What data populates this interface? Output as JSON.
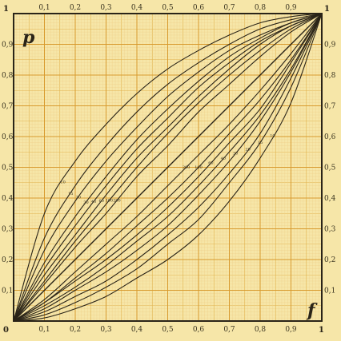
{
  "chart_data": {
    "type": "line",
    "title": "",
    "xlabel": "f",
    "ylabel": "p",
    "xlim": [
      0,
      1
    ],
    "ylim": [
      0,
      1
    ],
    "grid": true,
    "x_ticks": [
      "0,1",
      "0,2",
      "0,3",
      "0,4",
      "0,5",
      "0,6",
      "0,7",
      "0,8",
      "0,9"
    ],
    "y_ticks": [
      "0,9",
      "0,8",
      "0,7",
      "0,6",
      "0,5",
      "0,4",
      "0,3",
      "0,2",
      "0,1"
    ],
    "corner_labels": {
      "origin": "0",
      "x_end": "1",
      "y_end": "1",
      "top_right": "1"
    },
    "series": [
      {
        "label": "10",
        "above": [
          [
            0,
            0
          ],
          [
            0.1,
            0.35
          ],
          [
            0.2,
            0.52
          ],
          [
            0.3,
            0.64
          ],
          [
            0.4,
            0.74
          ],
          [
            0.5,
            0.82
          ],
          [
            0.6,
            0.88
          ],
          [
            0.7,
            0.93
          ],
          [
            0.8,
            0.97
          ],
          [
            0.9,
            0.99
          ],
          [
            1,
            1
          ]
        ],
        "below": [
          [
            0,
            0
          ],
          [
            0.1,
            0.01
          ],
          [
            0.2,
            0.04
          ],
          [
            0.3,
            0.08
          ],
          [
            0.4,
            0.14
          ],
          [
            0.5,
            0.2
          ],
          [
            0.6,
            0.28
          ],
          [
            0.7,
            0.39
          ],
          [
            0.8,
            0.53
          ],
          [
            0.9,
            0.71
          ],
          [
            1,
            1
          ]
        ]
      },
      {
        "label": "15",
        "above": [
          [
            0,
            0
          ],
          [
            0.1,
            0.27
          ],
          [
            0.2,
            0.44
          ],
          [
            0.3,
            0.57
          ],
          [
            0.4,
            0.68
          ],
          [
            0.5,
            0.77
          ],
          [
            0.6,
            0.84
          ],
          [
            0.7,
            0.9
          ],
          [
            0.8,
            0.95
          ],
          [
            0.9,
            0.98
          ],
          [
            1,
            1
          ]
        ],
        "below": [
          [
            0,
            0
          ],
          [
            0.1,
            0.02
          ],
          [
            0.2,
            0.06
          ],
          [
            0.3,
            0.11
          ],
          [
            0.4,
            0.17
          ],
          [
            0.5,
            0.25
          ],
          [
            0.6,
            0.33
          ],
          [
            0.7,
            0.45
          ],
          [
            0.8,
            0.58
          ],
          [
            0.9,
            0.76
          ],
          [
            1,
            1
          ]
        ]
      },
      {
        "label": "20",
        "above": [
          [
            0,
            0
          ],
          [
            0.1,
            0.23
          ],
          [
            0.2,
            0.39
          ],
          [
            0.3,
            0.52
          ],
          [
            0.4,
            0.63
          ],
          [
            0.5,
            0.73
          ],
          [
            0.6,
            0.81
          ],
          [
            0.7,
            0.88
          ],
          [
            0.8,
            0.93
          ],
          [
            0.9,
            0.97
          ],
          [
            1,
            1
          ]
        ],
        "below": [
          [
            0,
            0
          ],
          [
            0.1,
            0.03
          ],
          [
            0.2,
            0.08
          ],
          [
            0.3,
            0.13
          ],
          [
            0.4,
            0.2
          ],
          [
            0.5,
            0.28
          ],
          [
            0.6,
            0.37
          ],
          [
            0.7,
            0.48
          ],
          [
            0.8,
            0.61
          ],
          [
            0.9,
            0.79
          ],
          [
            1,
            1
          ]
        ]
      },
      {
        "label": "30",
        "above": [
          [
            0,
            0
          ],
          [
            0.1,
            0.19
          ],
          [
            0.2,
            0.34
          ],
          [
            0.3,
            0.47
          ],
          [
            0.4,
            0.59
          ],
          [
            0.5,
            0.69
          ],
          [
            0.6,
            0.78
          ],
          [
            0.7,
            0.86
          ],
          [
            0.8,
            0.92
          ],
          [
            0.9,
            0.97
          ],
          [
            1,
            1
          ]
        ],
        "below": [
          [
            0,
            0
          ],
          [
            0.1,
            0.04
          ],
          [
            0.2,
            0.1
          ],
          [
            0.3,
            0.16
          ],
          [
            0.4,
            0.23
          ],
          [
            0.5,
            0.31
          ],
          [
            0.6,
            0.41
          ],
          [
            0.7,
            0.52
          ],
          [
            0.8,
            0.65
          ],
          [
            0.9,
            0.81
          ],
          [
            1,
            1
          ]
        ]
      },
      {
        "label": "40",
        "above": [
          [
            0,
            0
          ],
          [
            0.1,
            0.17
          ],
          [
            0.2,
            0.31
          ],
          [
            0.3,
            0.44
          ],
          [
            0.4,
            0.56
          ],
          [
            0.5,
            0.66
          ],
          [
            0.6,
            0.76
          ],
          [
            0.7,
            0.84
          ],
          [
            0.8,
            0.91
          ],
          [
            0.9,
            0.96
          ],
          [
            1,
            1
          ]
        ],
        "below": [
          [
            0,
            0
          ],
          [
            0.1,
            0.05
          ],
          [
            0.2,
            0.11
          ],
          [
            0.3,
            0.18
          ],
          [
            0.4,
            0.26
          ],
          [
            0.5,
            0.34
          ],
          [
            0.6,
            0.44
          ],
          [
            0.7,
            0.55
          ],
          [
            0.8,
            0.67
          ],
          [
            0.9,
            0.82
          ],
          [
            1,
            1
          ]
        ]
      },
      {
        "label": "60",
        "above": [
          [
            0,
            0
          ],
          [
            0.1,
            0.15
          ],
          [
            0.2,
            0.28
          ],
          [
            0.3,
            0.41
          ],
          [
            0.4,
            0.53
          ],
          [
            0.5,
            0.63
          ],
          [
            0.6,
            0.73
          ],
          [
            0.7,
            0.82
          ],
          [
            0.8,
            0.9
          ],
          [
            0.9,
            0.96
          ],
          [
            1,
            1
          ]
        ],
        "below": [
          [
            0,
            0
          ],
          [
            0.1,
            0.06
          ],
          [
            0.2,
            0.13
          ],
          [
            0.3,
            0.2
          ],
          [
            0.4,
            0.28
          ],
          [
            0.5,
            0.37
          ],
          [
            0.6,
            0.47
          ],
          [
            0.7,
            0.58
          ],
          [
            0.8,
            0.69
          ],
          [
            0.9,
            0.84
          ],
          [
            1,
            1
          ]
        ]
      },
      {
        "label": "100",
        "above": [
          [
            0,
            0
          ],
          [
            0.1,
            0.13
          ],
          [
            0.2,
            0.26
          ],
          [
            0.3,
            0.38
          ],
          [
            0.4,
            0.5
          ],
          [
            0.5,
            0.61
          ],
          [
            0.6,
            0.71
          ],
          [
            0.7,
            0.8
          ],
          [
            0.8,
            0.88
          ],
          [
            0.9,
            0.95
          ],
          [
            1,
            1
          ]
        ],
        "below": [
          [
            0,
            0
          ],
          [
            0.1,
            0.06
          ],
          [
            0.2,
            0.14
          ],
          [
            0.3,
            0.22
          ],
          [
            0.4,
            0.31
          ],
          [
            0.5,
            0.4
          ],
          [
            0.6,
            0.5
          ],
          [
            0.7,
            0.61
          ],
          [
            0.8,
            0.72
          ],
          [
            0.9,
            0.85
          ],
          [
            1,
            1
          ]
        ]
      },
      {
        "label": "200",
        "above": [
          [
            0,
            0
          ],
          [
            0.1,
            0.12
          ],
          [
            0.2,
            0.24
          ],
          [
            0.3,
            0.35
          ],
          [
            0.4,
            0.47
          ],
          [
            0.5,
            0.57
          ],
          [
            0.6,
            0.68
          ],
          [
            0.7,
            0.77
          ],
          [
            0.8,
            0.86
          ],
          [
            0.9,
            0.94
          ],
          [
            1,
            1
          ]
        ],
        "below": [
          [
            0,
            0
          ],
          [
            0.1,
            0.07
          ],
          [
            0.2,
            0.16
          ],
          [
            0.3,
            0.25
          ],
          [
            0.4,
            0.34
          ],
          [
            0.5,
            0.44
          ],
          [
            0.6,
            0.54
          ],
          [
            0.7,
            0.64
          ],
          [
            0.8,
            0.75
          ],
          [
            0.9,
            0.87
          ],
          [
            1,
            1
          ]
        ]
      }
    ]
  }
}
